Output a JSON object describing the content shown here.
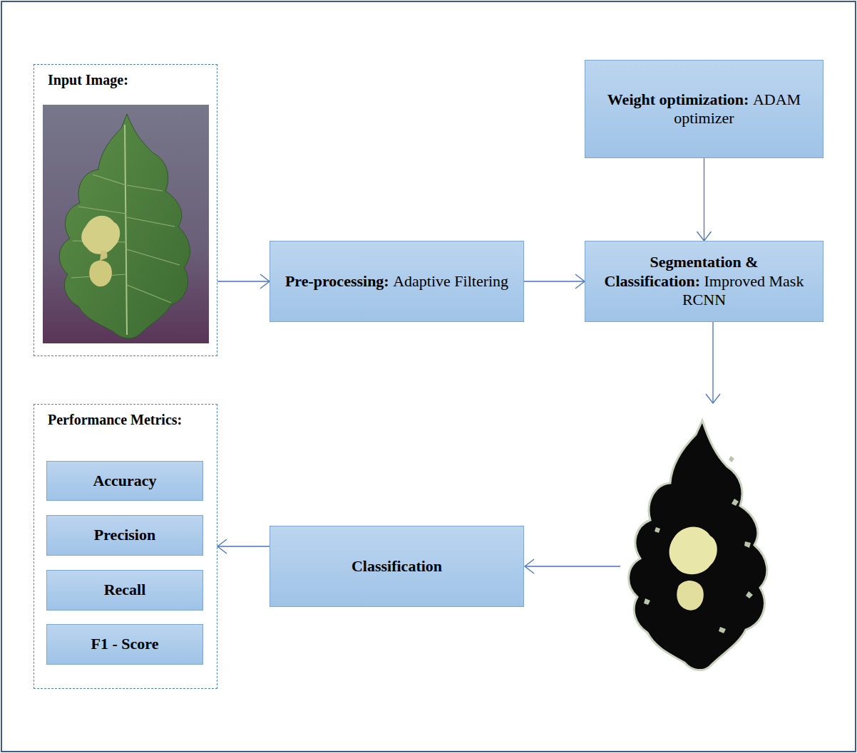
{
  "diagram": {
    "nodes": [
      {
        "text": [
          "Input Image:"
        ]
      },
      {
        "text": [
          "Pre-processing:",
          "Adaptive Filtering"
        ]
      },
      {
        "text": [
          "Weight optimization:",
          "ADAM optimizer"
        ]
      },
      {
        "text": [
          "Segmentation & Classification:",
          "Improved Mask RCNN"
        ]
      },
      {
        "text": [
          "Performance Metrics:"
        ]
      },
      {
        "text": [
          "Accuracy"
        ],
        "in": 4
      },
      {
        "text": [
          "Precision"
        ],
        "in": 4
      },
      {
        "text": [
          "Recall"
        ],
        "in": 4
      },
      {
        "text": [
          "F1 - Score"
        ],
        "in": 4
      },
      {
        "text": [
          "Classification"
        ]
      }
    ],
    "edges": [
      {
        "from": 0,
        "to": 1,
        "arrow": "to"
      },
      {
        "from": 1,
        "to": 3,
        "arrow": "to"
      },
      {
        "from": 2,
        "to": 3,
        "arrow": "to"
      },
      {
        "from": 9,
        "to": 4,
        "arrow": "to"
      }
    ]
  }
}
